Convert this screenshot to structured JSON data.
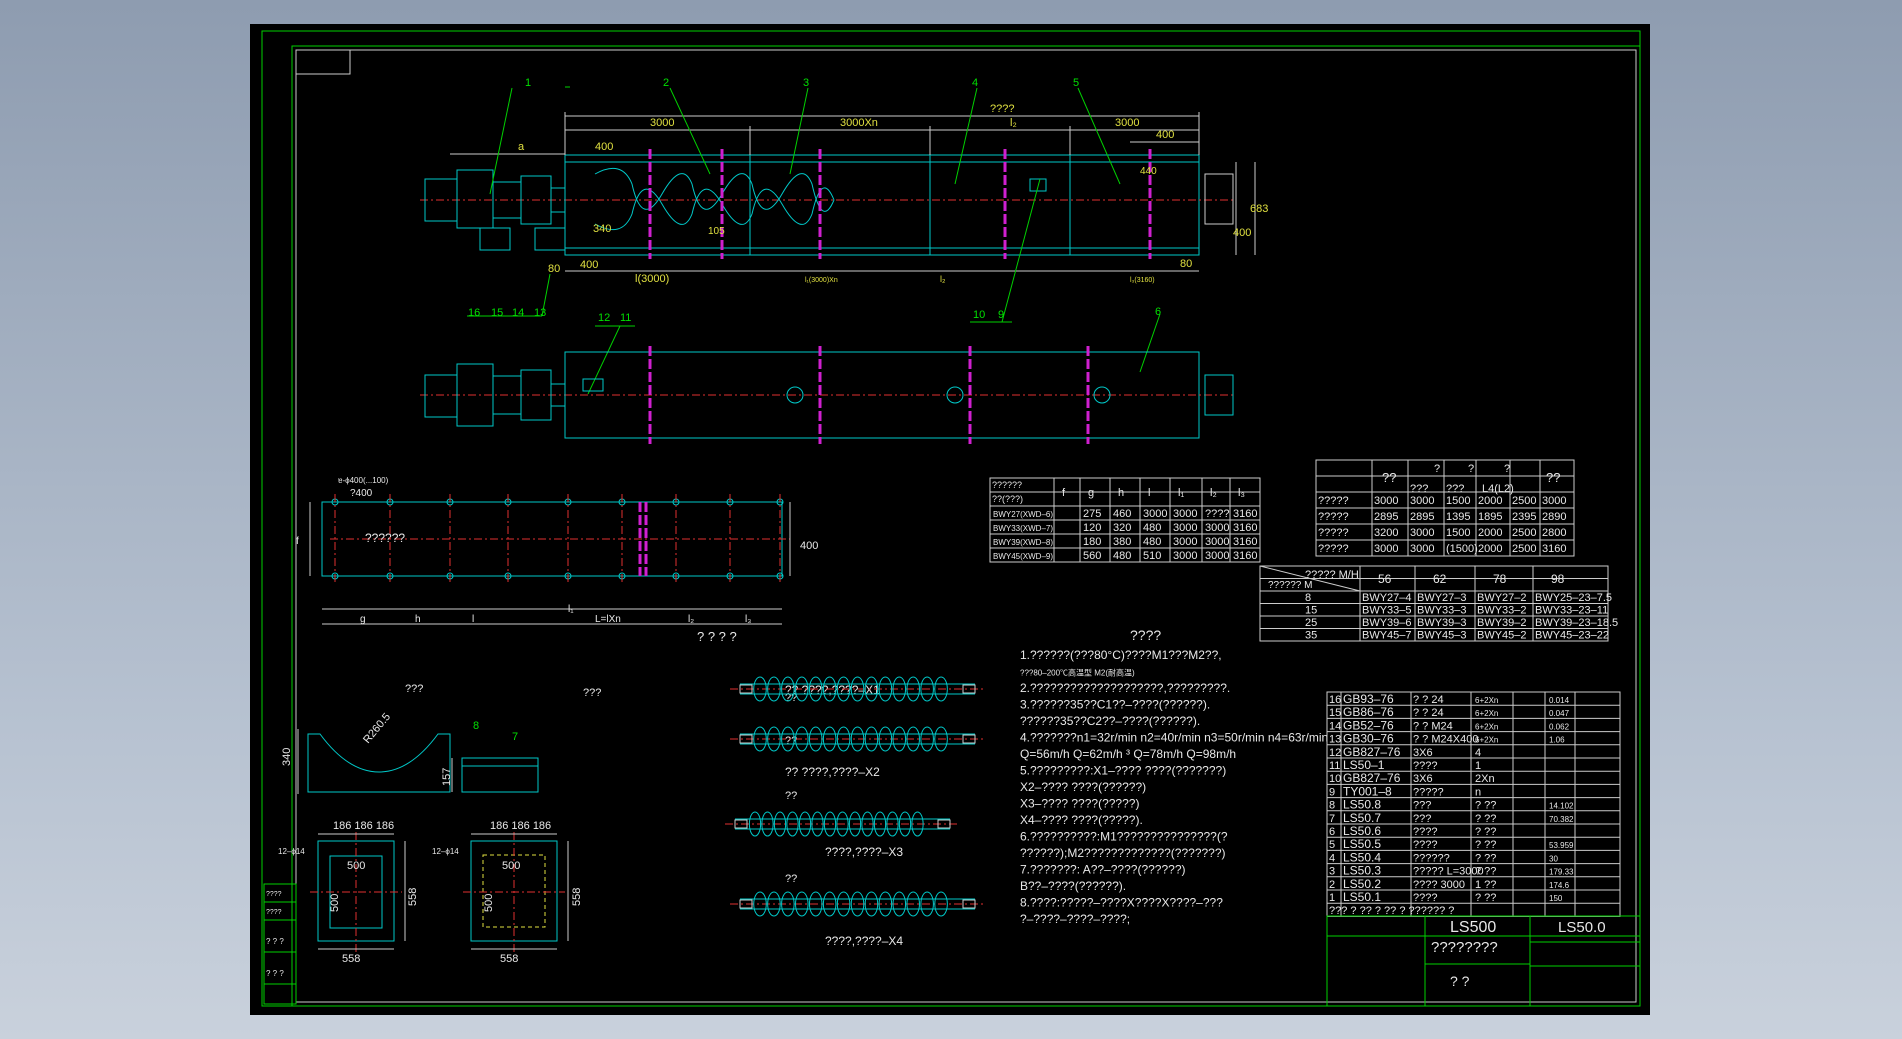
{
  "drawing": {
    "leaders": [
      "1",
      "2",
      "3",
      "4",
      "5",
      "6",
      "7",
      "8",
      "9",
      "10",
      "11",
      "12",
      "13",
      "14",
      "15",
      "16"
    ],
    "dims_top": {
      "total": "????",
      "d3000a": "3000",
      "d3000xn": "3000Xn",
      "dl2": "l₂",
      "d3000b": "3000",
      "d400a": "400",
      "d400b": "400",
      "da": "a",
      "d440": "440",
      "d683": "683",
      "d400c": "400",
      "d340": "340",
      "d105": "105",
      "d80a": "80",
      "d80b": "80",
      "d400d": "400",
      "dl3000": "l(3000)",
      "dl3000xn": "l₁(3000)Xn",
      "dl2b": "l₂",
      "dl3": "l₃(3160)"
    },
    "plan": {
      "hole": "ɐ-ϕ400(...100)",
      "d400": "?400",
      "center": "??????",
      "f": "f",
      "d400v": "400",
      "g": "g",
      "h": "h",
      "l": "l",
      "l1": "l₁",
      "L": "L=lXn",
      "l2": "l₂",
      "l3": "l₃"
    },
    "spiral_title": "? ? ? ?",
    "spiral_labels": [
      "??   ????,????–X1",
      "??   ????,????–X2",
      "????,????–X3",
      "????,????–X4"
    ],
    "spiral_extra": [
      "??",
      "??",
      "??",
      "??"
    ],
    "support": {
      "t1": "???",
      "t2": "???",
      "r": "R260.5",
      "d340": "340",
      "d157": "157",
      "n8": "8",
      "n7": "7"
    },
    "flanges": [
      {
        "top": "186 186 186",
        "inner": "500",
        "side": "500",
        "right": "558",
        "bottom": "558",
        "note": "12–ϕ14"
      },
      {
        "top": "186 186 186",
        "inner": "500",
        "side": "500",
        "right": "558",
        "bottom": "558",
        "note": "12–ϕ14"
      }
    ],
    "notes_title": "????",
    "notes": [
      "1.??????(???80°C)????M1???M2??,",
      "  ???80–200℃高温型 M2(耐高温)",
      "2.????????????????????,?????????.",
      "3.??????35??C1??–????(??????).",
      "??????35??C2??–????(??????).",
      "4.???????n1=32r/min  n2=40r/min  n3=50r/min  n4=63r/min",
      "       Q=56m/h    Q=62m/h ³  Q=78m/h    Q=98m/h",
      "5.?????????:X1–????  ????(???????)",
      "            X2–????  ????(??????)",
      "            X3–????  ????(?????)",
      "            X4–????  ????(?????).",
      "6.??????????:M1???????????????(?",
      "??????);M2?????????????(???????)",
      "7.???????: A??–????(??????)",
      "                           B??–????(??????).",
      "8.????:?????–????X????X????–???",
      "?–????–????–????;"
    ],
    "dim_table": {
      "headers": [
        "??????\n??(???)",
        "f",
        "g",
        "h",
        "l",
        "l₁",
        "l₂",
        "l₃"
      ],
      "rows": [
        [
          "BWY27(XWD–6)",
          "275",
          "460",
          "3000",
          "3000",
          "????",
          "3160"
        ],
        [
          "BWY33(XWD–7)",
          "120",
          "320",
          "480",
          "3000",
          "3000",
          "3160"
        ],
        [
          "BWY39(XWD–8)",
          "180",
          "380",
          "480",
          "3000",
          "3000",
          "3160"
        ],
        [
          "BWY45(XWD–9)",
          "560",
          "480",
          "510",
          "3000",
          "3000",
          "3160"
        ]
      ]
    },
    "length_table": {
      "head": [
        "??",
        "?",
        "?",
        "?",
        "??",
        "???",
        "???",
        "L4(L2)"
      ],
      "rows": [
        [
          "?????",
          "3000",
          "3000",
          "1500",
          "2000",
          "2500",
          "3000"
        ],
        [
          "?????",
          "2895",
          "2895",
          "1395",
          "1895",
          "2395",
          "2890"
        ],
        [
          "?????",
          "3200",
          "3000",
          "1500",
          "2000",
          "2500",
          "2800"
        ],
        [
          "?????",
          "3000",
          "3000",
          "(1500)",
          "2000",
          "2500",
          "3160"
        ]
      ]
    },
    "motor_table": {
      "corner_a": "????? M/H",
      "corner_b": "?????? M",
      "cols": [
        "56",
        "62",
        "78",
        "98"
      ],
      "rows": [
        [
          "8",
          "BWY27–4",
          "BWY27–3",
          "BWY27–2",
          "BWY25–23–7.5"
        ],
        [
          "15",
          "BWY33–5",
          "BWY33–3",
          "BWY33–2",
          "BWY33–23–11"
        ],
        [
          "25",
          "BWY39–6",
          "BWY39–3",
          "BWY39–2",
          "BWY39–23–18.5"
        ],
        [
          "35",
          "BWY45–7",
          "BWY45–3",
          "BWY45–2",
          "BWY45–23–22"
        ]
      ]
    },
    "parts": [
      [
        "16",
        "GB93–76",
        "? ? 24",
        "6+2Xn",
        "0.014"
      ],
      [
        "15",
        "GB86–76",
        "? ? 24",
        "6+2Xn",
        "0.047"
      ],
      [
        "14",
        "GB52–76",
        "? ? M24",
        "6+2Xn",
        "0.062"
      ],
      [
        "13",
        "GB30–76",
        "? ? M24X400",
        "6+2Xn",
        "1.06"
      ],
      [
        "12",
        "GB827–76",
        "3X6",
        "4",
        ""
      ],
      [
        "11",
        "LS50–1",
        "????",
        "1",
        ""
      ],
      [
        "10",
        "GB827–76",
        "3X6",
        "2Xn",
        ""
      ],
      [
        "9",
        "TY001–8",
        "?????",
        "n",
        ""
      ],
      [
        "8",
        "LS50.8",
        "???",
        "? ??",
        "14.102"
      ],
      [
        "7",
        "LS50.7",
        "???",
        "? ??",
        "70.382"
      ],
      [
        "6",
        "LS50.6",
        "????",
        "? ??",
        ""
      ],
      [
        "5",
        "LS50.5",
        "????",
        "? ??",
        "53.959"
      ],
      [
        "4",
        "LS50.4",
        "??????",
        "? ??",
        "30"
      ],
      [
        "3",
        "LS50.3",
        "?????  L=3000",
        "? ??",
        "179.33"
      ],
      [
        "2",
        "LS50.2",
        "????  3000",
        "1 ??",
        "174.6"
      ],
      [
        "1",
        "LS50.1",
        "????",
        "? ??",
        "150"
      ]
    ],
    "parts_header": "???     ?     ??        ?   ??  ? ??????  ?",
    "title_block": {
      "model": "LS500",
      "name": "????????",
      "code": "LS50.0",
      "sub": "?   ?"
    },
    "left_block": [
      "????",
      "????",
      "? ? ?",
      "? ? ?"
    ]
  }
}
